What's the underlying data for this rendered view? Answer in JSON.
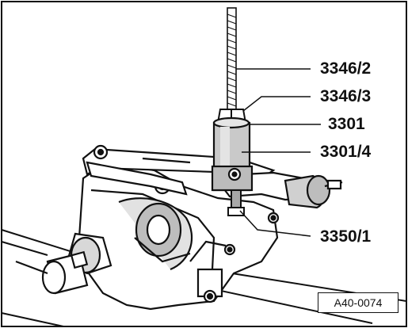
{
  "labels": {
    "rod": "3346/2",
    "nut": "3346/3",
    "sleeve": "3301",
    "cup": "3301/4",
    "bolt": "3350/1"
  },
  "figure_ref": "A40-0074",
  "colors": {
    "ink": "#111111",
    "paper": "#ffffff",
    "shade": "#cfcfcf",
    "midshade": "#a8a8a8"
  }
}
